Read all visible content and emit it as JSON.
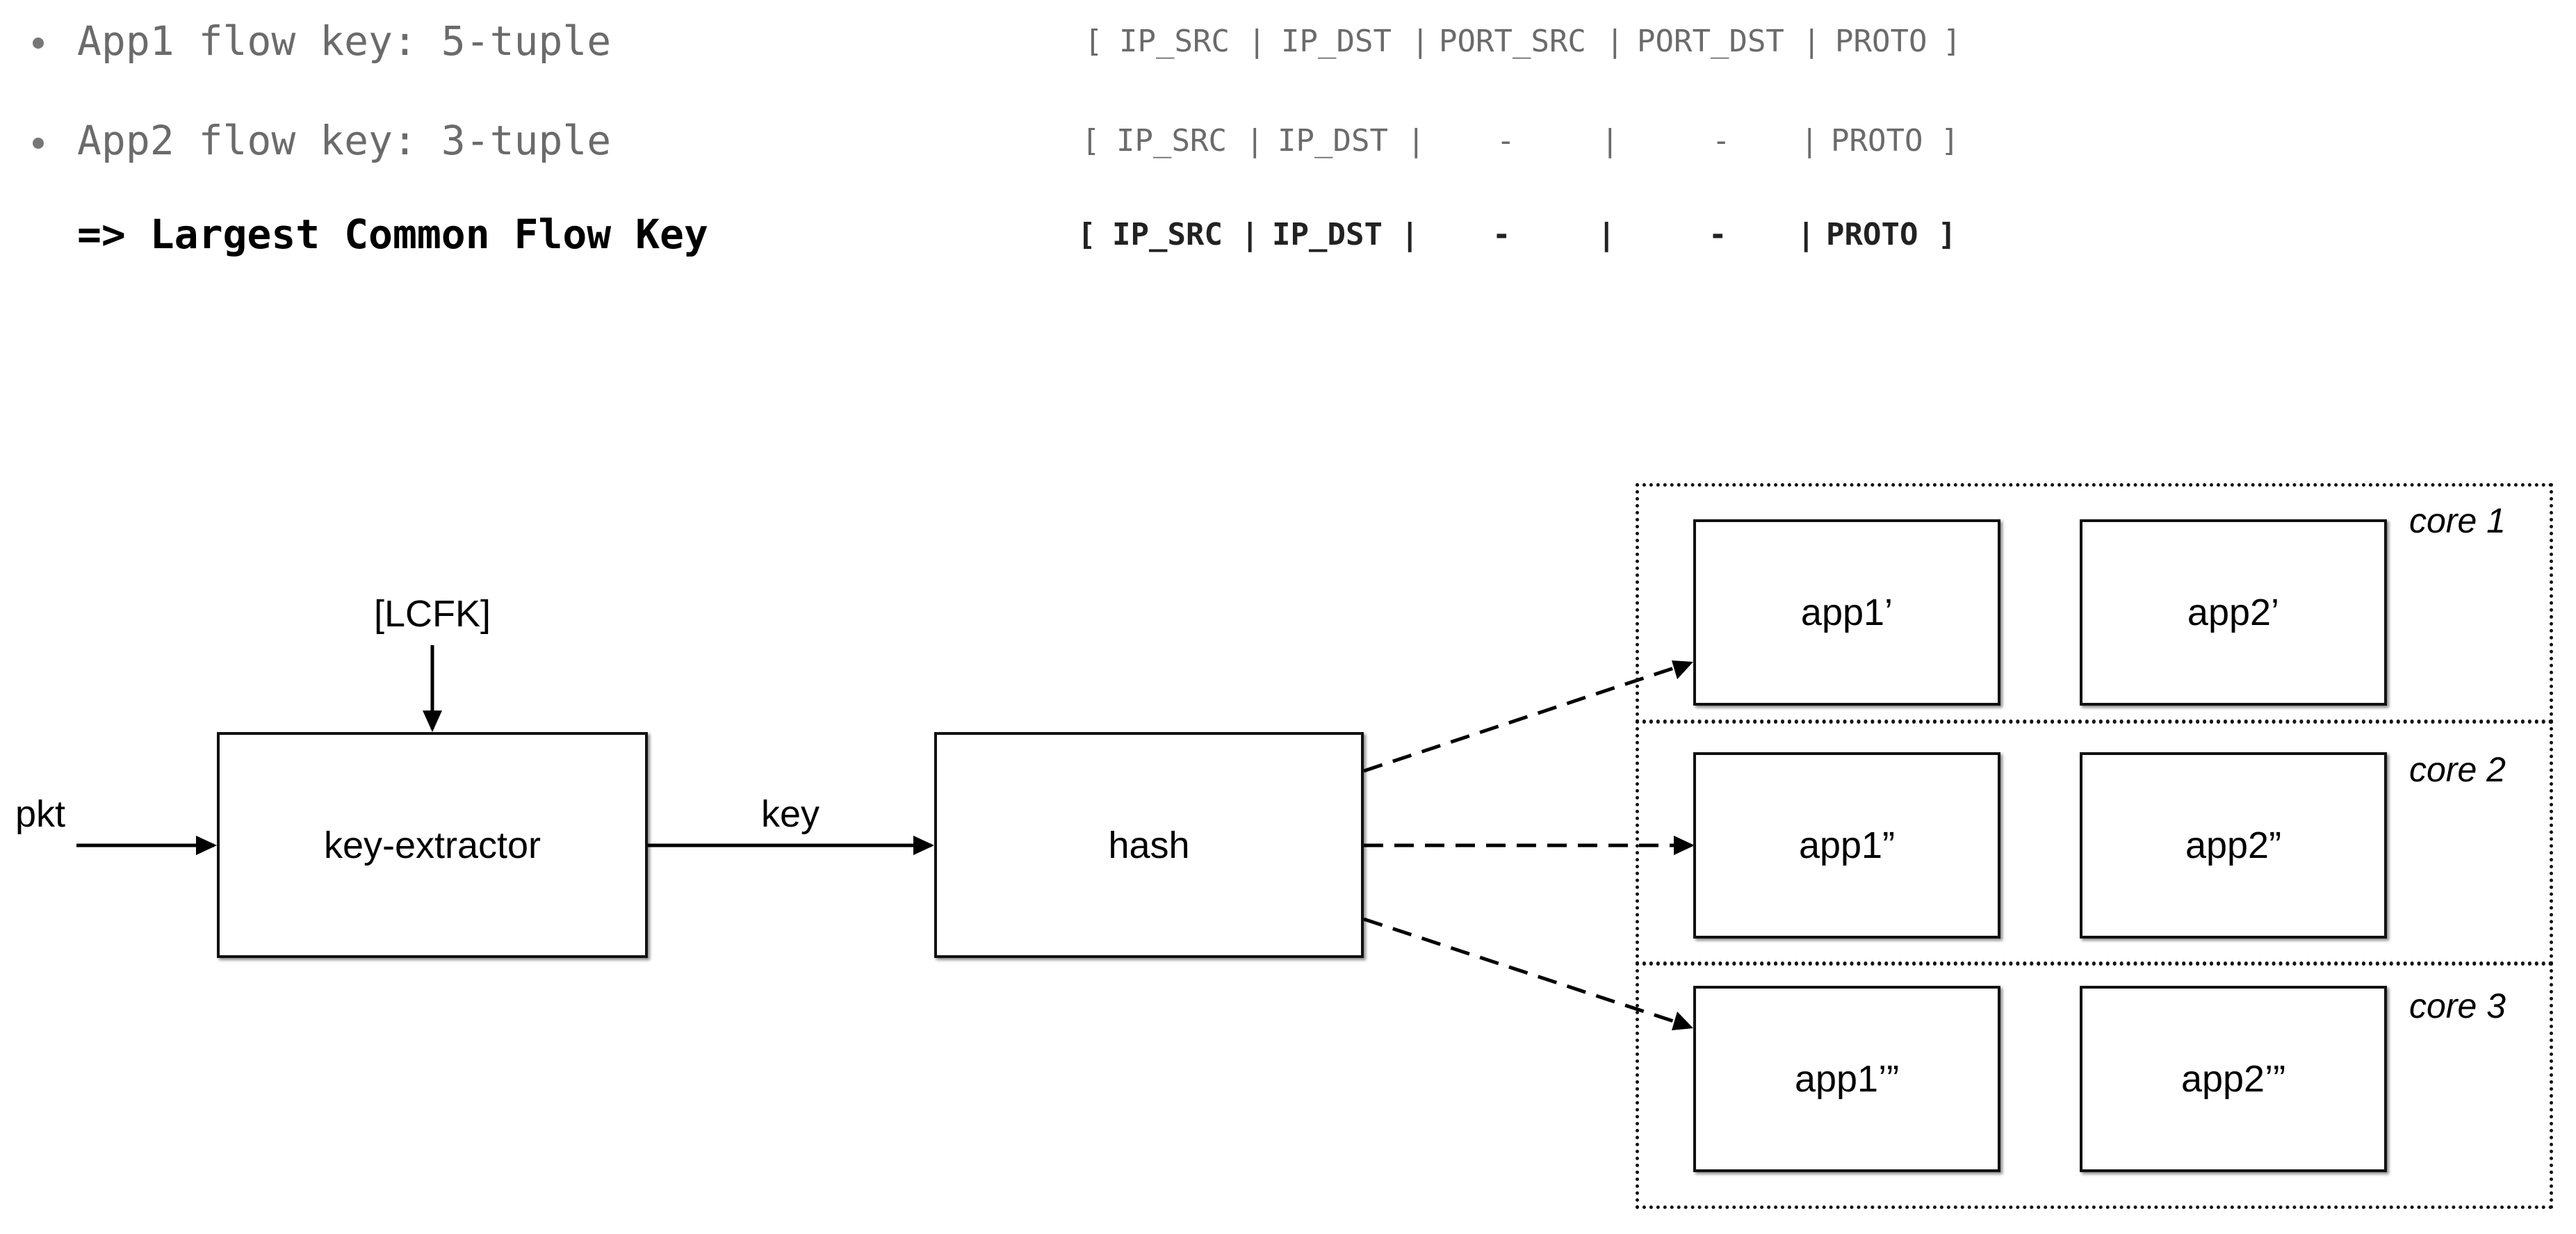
{
  "flow_keys": {
    "app1": {
      "text": "App1 flow key: 5-tuple",
      "fields": [
        "[",
        "IP_SRC",
        "|",
        "IP_DST",
        "|",
        "PORT_SRC",
        "|",
        "PORT_DST",
        "|",
        "PROTO",
        "]"
      ]
    },
    "app2": {
      "text": "App2 flow key: 3-tuple",
      "fields": [
        "[",
        "IP_SRC",
        "|",
        "IP_DST",
        "|",
        "-",
        "|",
        "-",
        "|",
        "PROTO",
        "]"
      ]
    },
    "conclusion": {
      "text": "=> Largest Common Flow Key",
      "fields": [
        "[",
        "IP_SRC",
        "|",
        "IP_DST",
        "|",
        "-",
        "|",
        "-",
        "|",
        "PROTO",
        "]"
      ]
    }
  },
  "diagram": {
    "inputs": {
      "pkt": "pkt",
      "lcfk": "[LCFK]",
      "key": "key"
    },
    "key_extractor": "key-extractor",
    "hash": "hash",
    "cores": [
      {
        "label": "core 1",
        "apps": [
          "app1’",
          "app2’"
        ]
      },
      {
        "label": "core 2",
        "apps": [
          "app1”",
          "app2”"
        ]
      },
      {
        "label": "core 3",
        "apps": [
          "app1’”",
          "app2’”"
        ]
      }
    ]
  }
}
